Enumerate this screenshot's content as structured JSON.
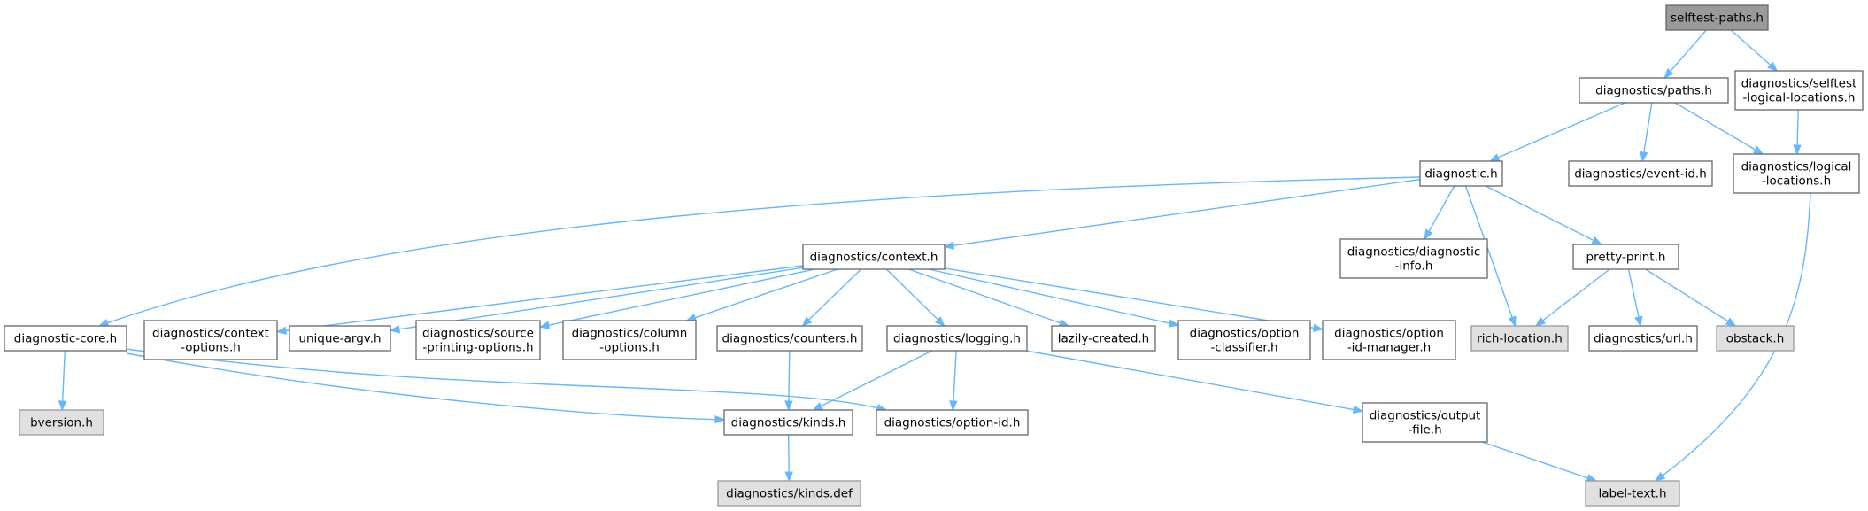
{
  "graph": {
    "colors": {
      "edge": "#63b8ff",
      "node_border": "#666666",
      "root_fill": "#9a9a9a",
      "missing_fill": "#e0e0e0"
    },
    "nodes": [
      {
        "id": "selftest_paths",
        "lines": [
          "selftest-paths.h"
        ],
        "style": "root"
      },
      {
        "id": "paths",
        "lines": [
          "diagnostics/paths.h"
        ],
        "style": "normal"
      },
      {
        "id": "selftest_logical",
        "lines": [
          "diagnostics/selftest",
          "-logical-locations.h"
        ],
        "style": "normal"
      },
      {
        "id": "diagnostic",
        "lines": [
          "diagnostic.h"
        ],
        "style": "normal"
      },
      {
        "id": "event_id",
        "lines": [
          "diagnostics/event-id.h"
        ],
        "style": "normal"
      },
      {
        "id": "logical",
        "lines": [
          "diagnostics/logical",
          "-locations.h"
        ],
        "style": "normal"
      },
      {
        "id": "context",
        "lines": [
          "diagnostics/context.h"
        ],
        "style": "normal"
      },
      {
        "id": "diag_info",
        "lines": [
          "diagnostics/diagnostic",
          "-info.h"
        ],
        "style": "normal"
      },
      {
        "id": "pretty_print",
        "lines": [
          "pretty-print.h"
        ],
        "style": "normal"
      },
      {
        "id": "diag_core",
        "lines": [
          "diagnostic-core.h"
        ],
        "style": "normal"
      },
      {
        "id": "ctx_options",
        "lines": [
          "diagnostics/context",
          "-options.h"
        ],
        "style": "normal"
      },
      {
        "id": "unique_argv",
        "lines": [
          "unique-argv.h"
        ],
        "style": "normal"
      },
      {
        "id": "source_print",
        "lines": [
          "diagnostics/source",
          "-printing-options.h"
        ],
        "style": "normal"
      },
      {
        "id": "column_opts",
        "lines": [
          "diagnostics/column",
          "-options.h"
        ],
        "style": "normal"
      },
      {
        "id": "counters",
        "lines": [
          "diagnostics/counters.h"
        ],
        "style": "normal"
      },
      {
        "id": "logging",
        "lines": [
          "diagnostics/logging.h"
        ],
        "style": "normal"
      },
      {
        "id": "lazily",
        "lines": [
          "lazily-created.h"
        ],
        "style": "normal"
      },
      {
        "id": "opt_classifier",
        "lines": [
          "diagnostics/option",
          "-classifier.h"
        ],
        "style": "normal"
      },
      {
        "id": "opt_id_mgr",
        "lines": [
          "diagnostics/option",
          "-id-manager.h"
        ],
        "style": "normal"
      },
      {
        "id": "rich_location",
        "lines": [
          "rich-location.h"
        ],
        "style": "missing"
      },
      {
        "id": "url",
        "lines": [
          "diagnostics/url.h"
        ],
        "style": "normal"
      },
      {
        "id": "obstack",
        "lines": [
          "obstack.h"
        ],
        "style": "missing"
      },
      {
        "id": "bversion",
        "lines": [
          "bversion.h"
        ],
        "style": "missing"
      },
      {
        "id": "kinds",
        "lines": [
          "diagnostics/kinds.h"
        ],
        "style": "normal"
      },
      {
        "id": "option_id",
        "lines": [
          "diagnostics/option-id.h"
        ],
        "style": "normal"
      },
      {
        "id": "output_file",
        "lines": [
          "diagnostics/output",
          "-file.h"
        ],
        "style": "normal"
      },
      {
        "id": "kinds_def",
        "lines": [
          "diagnostics/kinds.def"
        ],
        "style": "missing"
      },
      {
        "id": "label_text",
        "lines": [
          "label-text.h"
        ],
        "style": "missing"
      }
    ],
    "edges": [
      [
        "selftest_paths",
        "paths"
      ],
      [
        "selftest_paths",
        "selftest_logical"
      ],
      [
        "paths",
        "diagnostic"
      ],
      [
        "paths",
        "event_id"
      ],
      [
        "paths",
        "logical"
      ],
      [
        "selftest_logical",
        "logical"
      ],
      [
        "logical",
        "label_text"
      ],
      [
        "diagnostic",
        "diag_core"
      ],
      [
        "diagnostic",
        "context"
      ],
      [
        "diagnostic",
        "diag_info"
      ],
      [
        "diagnostic",
        "pretty_print"
      ],
      [
        "diagnostic",
        "rich_location"
      ],
      [
        "context",
        "ctx_options"
      ],
      [
        "context",
        "unique_argv"
      ],
      [
        "context",
        "source_print"
      ],
      [
        "context",
        "column_opts"
      ],
      [
        "context",
        "counters"
      ],
      [
        "context",
        "logging"
      ],
      [
        "context",
        "lazily"
      ],
      [
        "context",
        "opt_classifier"
      ],
      [
        "context",
        "opt_id_mgr"
      ],
      [
        "pretty_print",
        "rich_location"
      ],
      [
        "pretty_print",
        "url"
      ],
      [
        "pretty_print",
        "obstack"
      ],
      [
        "diag_core",
        "bversion"
      ],
      [
        "diag_core",
        "kinds"
      ],
      [
        "diag_core",
        "option_id"
      ],
      [
        "counters",
        "kinds"
      ],
      [
        "logging",
        "kinds"
      ],
      [
        "logging",
        "option_id"
      ],
      [
        "logging",
        "output_file"
      ],
      [
        "kinds",
        "kinds_def"
      ],
      [
        "output_file",
        "label_text"
      ]
    ]
  }
}
